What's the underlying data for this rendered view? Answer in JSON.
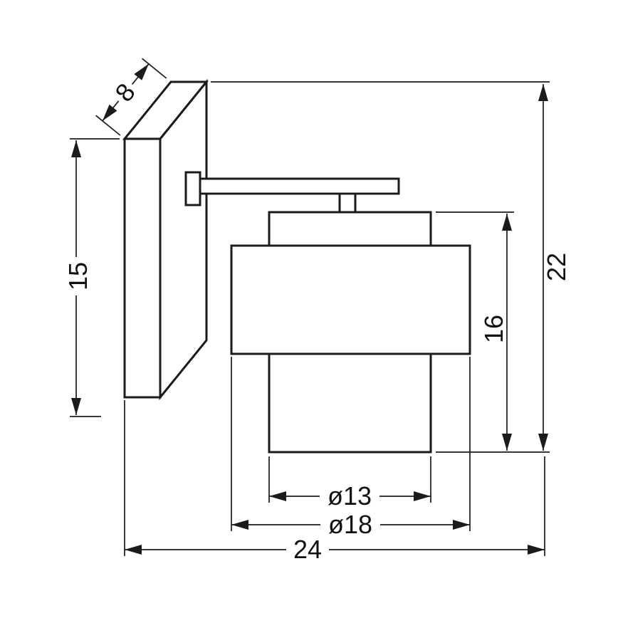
{
  "drawing": {
    "dimensions": {
      "depth": "8",
      "backplate_height": "15",
      "overall_height": "22",
      "shade_height": "16",
      "inner_diameter": "ø13",
      "outer_diameter": "ø18",
      "overall_width": "24"
    }
  }
}
